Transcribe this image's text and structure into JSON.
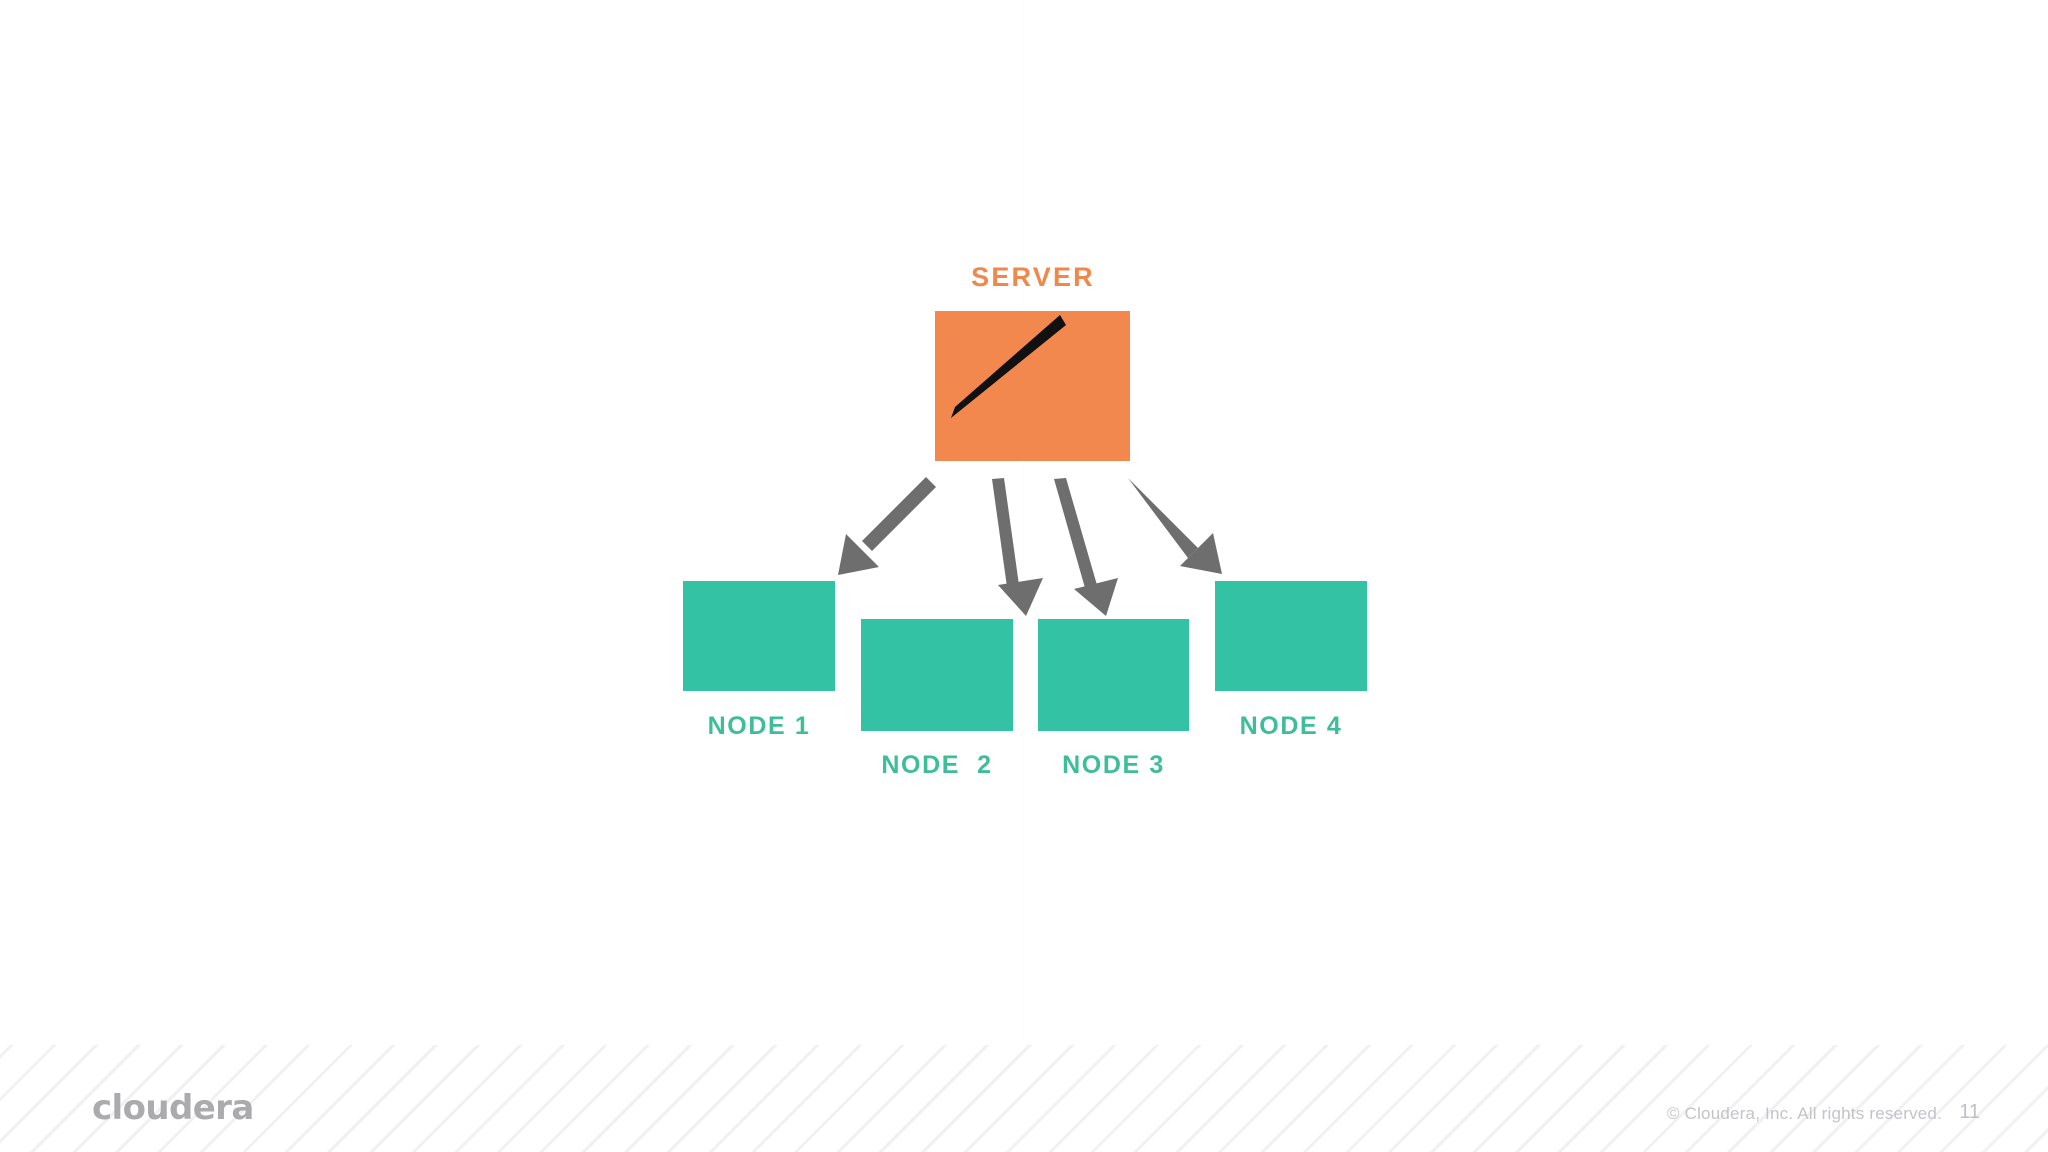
{
  "slide": {
    "page_number": "11",
    "background_color": "#ffffff"
  },
  "diagram": {
    "type": "hub-and-spoke",
    "server": {
      "label": "SERVER",
      "label_color": "#F0874B",
      "box_color": "#F3884E",
      "mark": "black-diagonal-slash"
    },
    "nodes": [
      {
        "label": "NODE 1",
        "color": "#33C2A4"
      },
      {
        "label": "NODE  2",
        "color": "#33C2A4"
      },
      {
        "label": "NODE 3",
        "color": "#33C2A4"
      },
      {
        "label": "NODE 4",
        "color": "#33C2A4"
      }
    ],
    "arrows": {
      "count": 4,
      "color": "#6E6E6E",
      "direction": "server-to-nodes"
    }
  },
  "footer": {
    "logo": "cloudera",
    "copyright": "© Cloudera, Inc. All rights reserved.",
    "page_number": "11",
    "logo_color": "#ABABAE",
    "text_color": "#C3C3C8"
  }
}
